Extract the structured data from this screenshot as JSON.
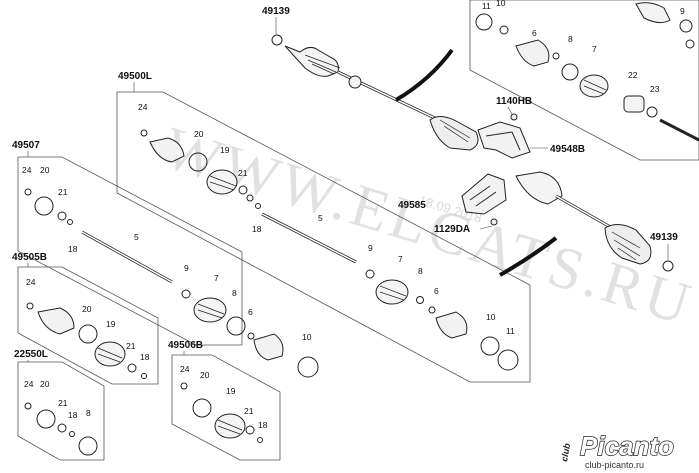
{
  "watermark": {
    "main": "WWW.ELCATS.RU",
    "mid": "18.09.2018"
  },
  "logo": {
    "brand": "Picanto",
    "prefix": "club",
    "url": "club-picanto.ru"
  },
  "refs": [
    {
      "id": "49139-top",
      "text": "49139"
    },
    {
      "id": "49500L",
      "text": "49500L"
    },
    {
      "id": "49507",
      "text": "49507"
    },
    {
      "id": "49505B",
      "text": "49505B"
    },
    {
      "id": "22550L",
      "text": "22550L"
    },
    {
      "id": "49506B",
      "text": "49506B"
    },
    {
      "id": "1140HB",
      "text": "1140HB"
    },
    {
      "id": "49548B",
      "text": "49548B"
    },
    {
      "id": "49585",
      "text": "49585"
    },
    {
      "id": "1129DA",
      "text": "1129DA"
    },
    {
      "id": "49139-right",
      "text": "49139"
    }
  ],
  "labels": {
    "p24": "24",
    "p20": "20",
    "p19": "19",
    "p21": "21",
    "p18": "18",
    "p5": "5",
    "p9": "9",
    "p7": "7",
    "p8": "8",
    "p6": "6",
    "p10": "10",
    "p11": "11",
    "p22": "22",
    "p23": "23"
  }
}
